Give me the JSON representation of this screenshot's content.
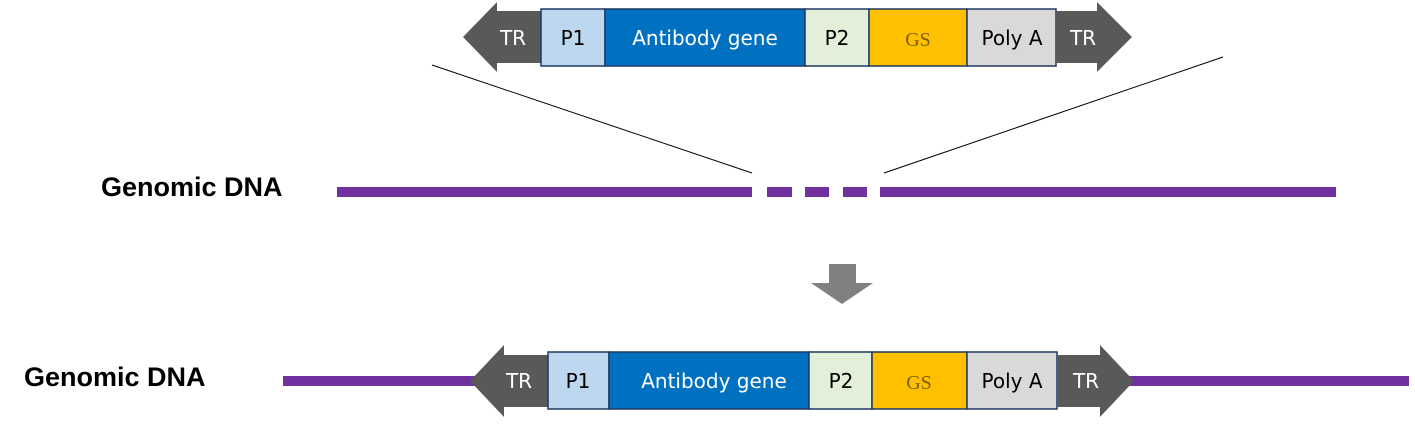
{
  "colors": {
    "genome": "#7030a0",
    "tr_arrow": "#595959",
    "p1": "#bdd7ee",
    "antibody": "#0070c0",
    "p2": "#e2f0d9",
    "gs": "#ffc000",
    "polya": "#d9d9d9",
    "border": "#1f3864",
    "down_arrow": "#808080"
  },
  "labels": {
    "genomic_top": "Genomic DNA",
    "genomic_bottom": "Genomic DNA"
  },
  "construct": {
    "tr_left": "TR",
    "p1": "P1",
    "antibody": "Antibody gene",
    "p2": "P2",
    "gs": "GS",
    "polya": "Poly A",
    "tr_right": "TR"
  }
}
